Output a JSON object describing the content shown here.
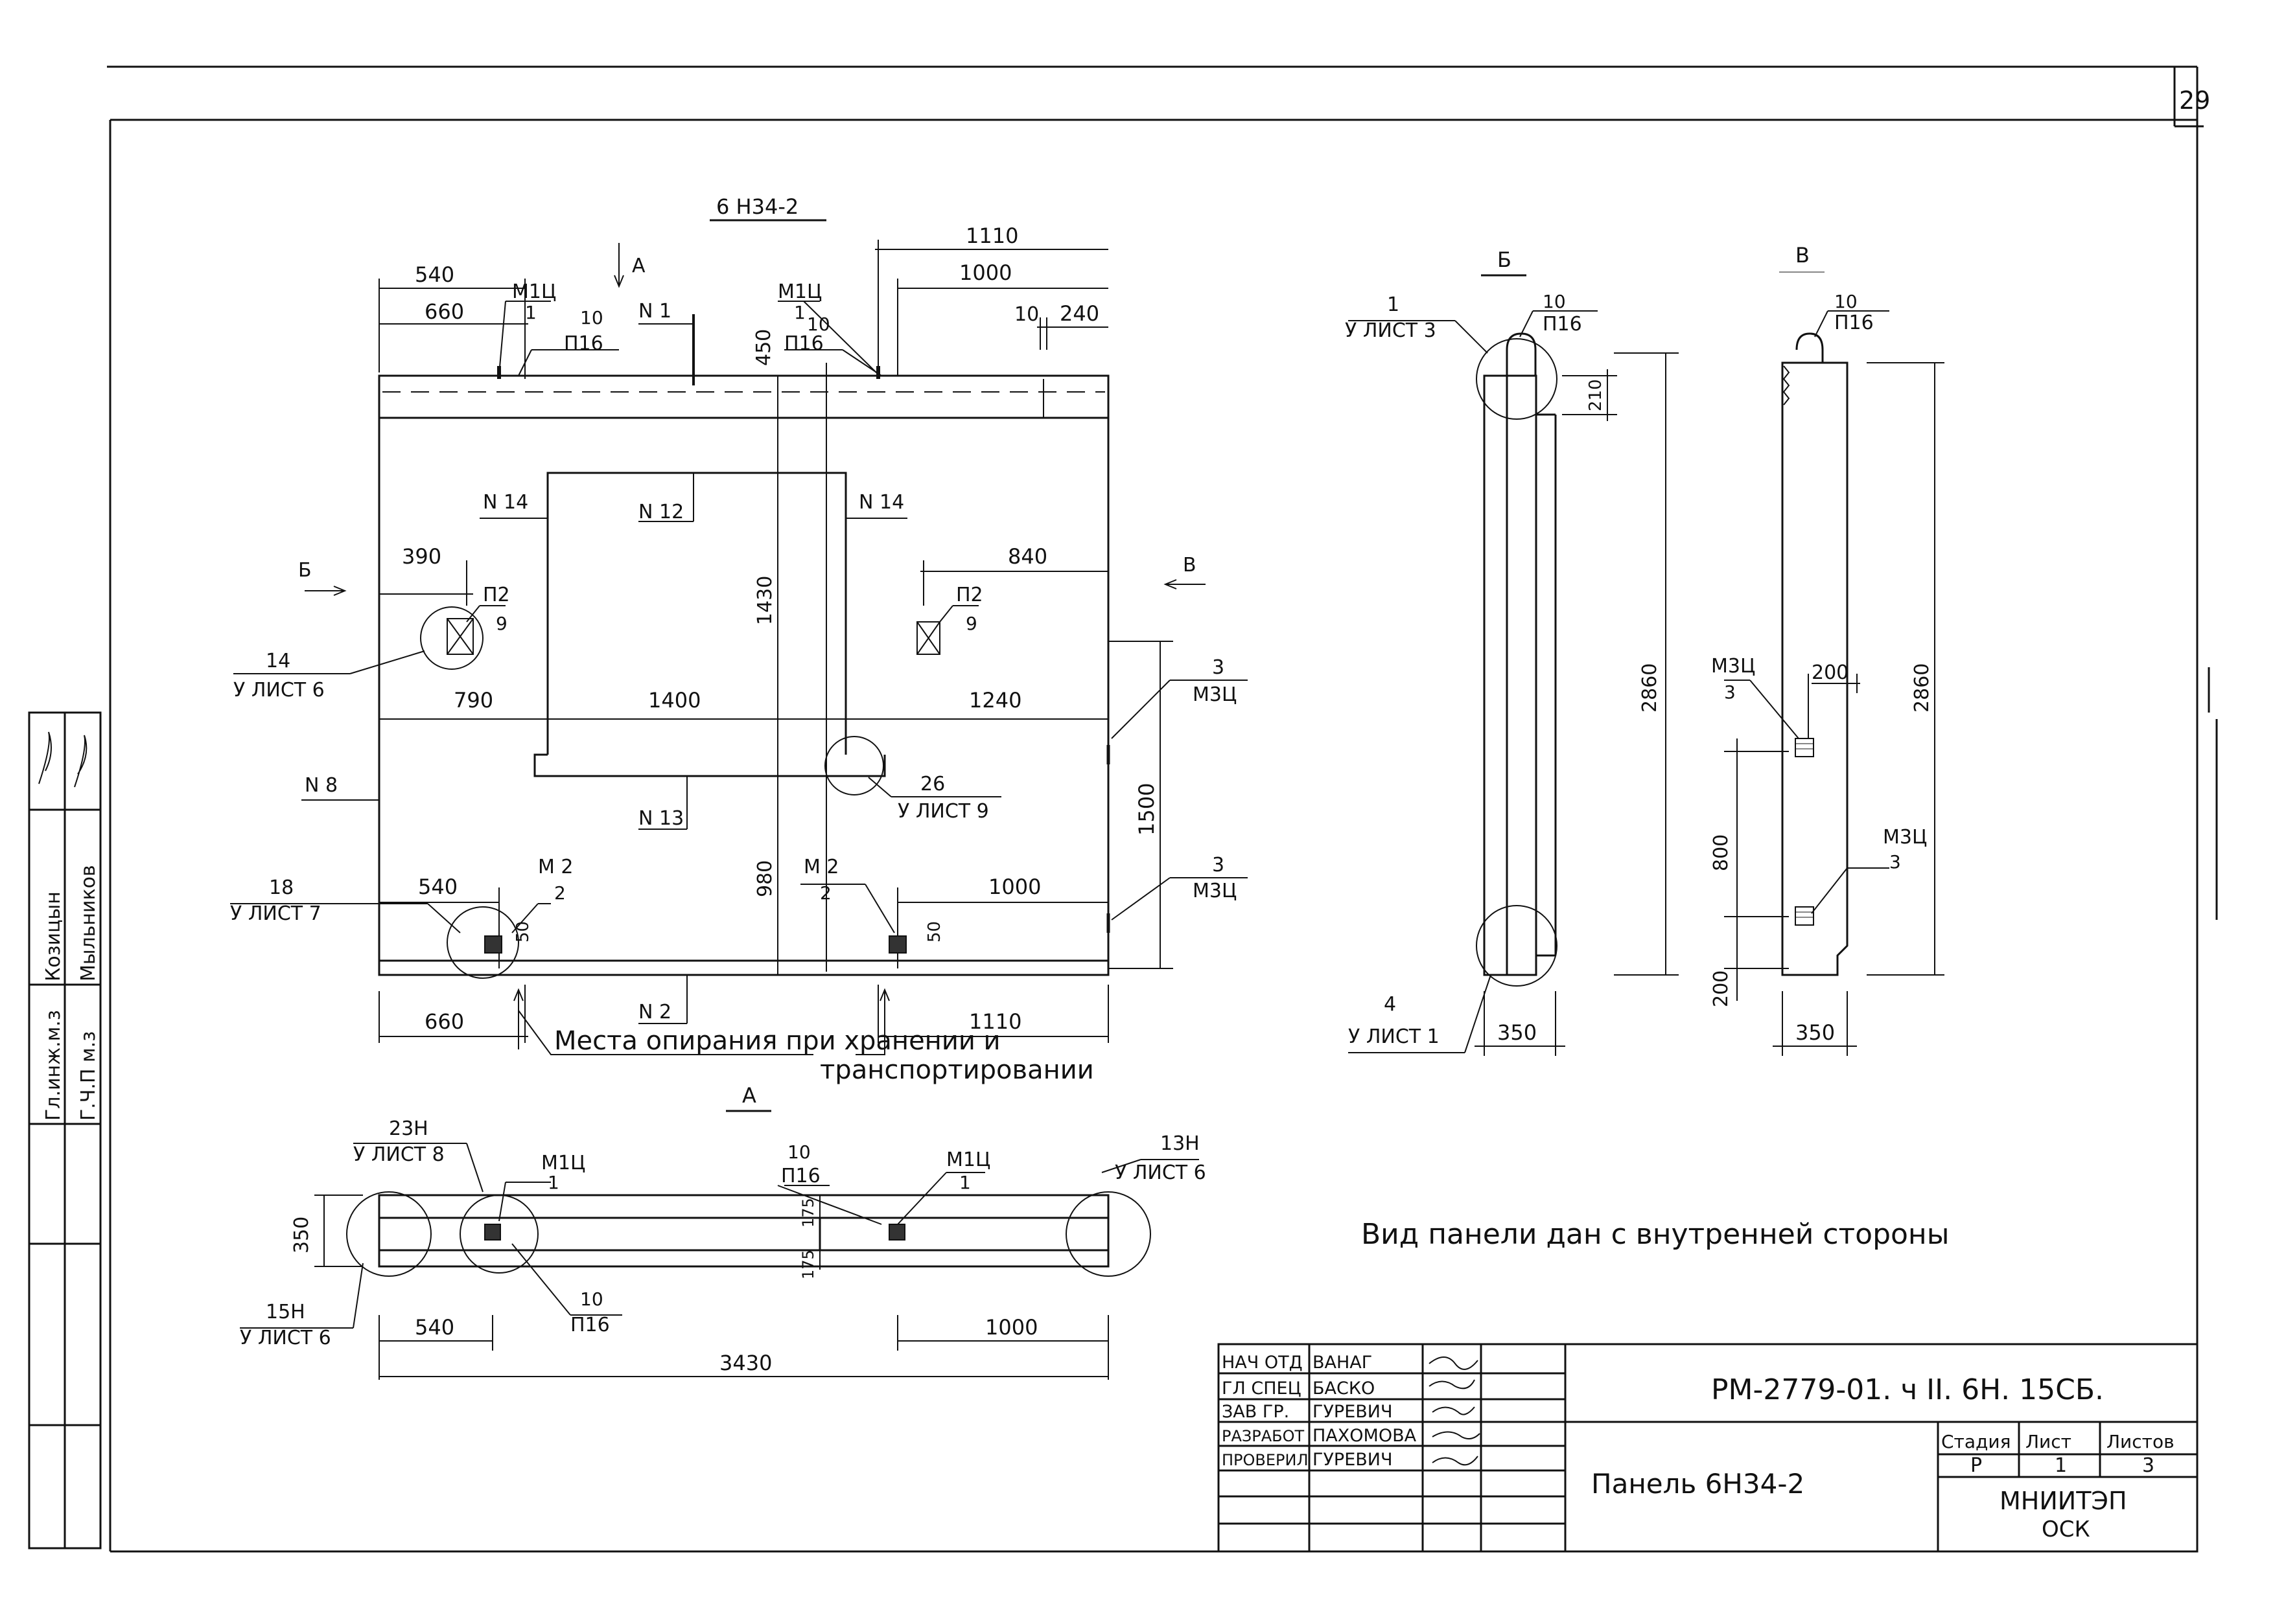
{
  "sheet_number": "29",
  "main_view": {
    "title": "6 Н34-2",
    "dims_top": [
      "540",
      "660",
      "1110",
      "1000",
      "10",
      "240"
    ],
    "dim_height_top": "450",
    "dim_height_mid": "1430",
    "dim_height_bottom": "980",
    "dim_right_vertical": "1500",
    "dim_row_mid": [
      "790",
      "1400",
      "1240"
    ],
    "dim_left_390": "390",
    "dim_right_840": "840",
    "dims_bottom_inner": [
      "540",
      "1000",
      "50",
      "50"
    ],
    "dims_bottom_outer": [
      "660",
      "1110"
    ],
    "arrow_a": "А",
    "arrow_b": "Б",
    "arrow_v": "В",
    "nodes": [
      "N 1",
      "N 14",
      "N 12",
      "N 14",
      "N 8",
      "N 13",
      "N 2"
    ],
    "callouts": {
      "m1c_left": [
        "М1Ц",
        "1"
      ],
      "p16_left": [
        "10",
        "П16"
      ],
      "m1c_right": [
        "М1Ц",
        "1"
      ],
      "p16_right": [
        "10",
        "П16"
      ],
      "p2_left": [
        "П2",
        "9"
      ],
      "p2_right": [
        "П2",
        "9"
      ],
      "ref14": [
        "14",
        "У ЛИСТ 6"
      ],
      "ref26": [
        "26",
        "У ЛИСТ 9"
      ],
      "ref18": [
        "18",
        "У ЛИСТ 7"
      ],
      "m2_left": [
        "М 2",
        "2"
      ],
      "m2_right": [
        "М 2",
        "2"
      ],
      "m3c_top": [
        "3",
        "М3Ц"
      ],
      "m3c_bottom": [
        "3",
        "М3Ц"
      ]
    },
    "support_note_1": "Места опирания при хранении и",
    "support_note_2": "транспортировании"
  },
  "section_a": {
    "title": "А",
    "callouts": {
      "ref23": [
        "23Н",
        "У ЛИСТ 8"
      ],
      "m1c_left": [
        "М1Ц",
        "1"
      ],
      "p16_top": [
        "10",
        "П16"
      ],
      "m1c_right": [
        "М1Ц",
        "1"
      ],
      "ref13": [
        "13Н",
        "У ЛИСТ 6"
      ],
      "ref15": [
        "15Н",
        "У ЛИСТ 6"
      ],
      "p16_bottom": [
        "10",
        "П16"
      ]
    },
    "dim_height": "350",
    "dim_175_top": "175",
    "dim_175_bottom": "175",
    "dim_540": "540",
    "dim_1000": "1000",
    "dim_total": "3430"
  },
  "section_b": {
    "title": "Б",
    "ref1": [
      "1",
      "У ЛИСТ 3"
    ],
    "p16": [
      "10",
      "П16"
    ],
    "dim_210": "210",
    "dim_2860": "2860",
    "ref4": [
      "4",
      "У ЛИСТ 1"
    ],
    "dim_350": "350"
  },
  "section_v": {
    "title": "В",
    "p16": [
      "10",
      "П16"
    ],
    "m3c_top": [
      "М3Ц",
      "3"
    ],
    "dim_200_top": "200",
    "dim_2860": "2860",
    "dim_800": "800",
    "m3c_bottom": [
      "М3Ц",
      "3"
    ],
    "dim_200_bottom": "200",
    "dim_350": "350"
  },
  "view_note": "Вид панели дан с внутренней стороны",
  "title_block": {
    "code": "РМ-2779-01. ч II. 6Н. 15СБ.",
    "name": "Панель 6Н34-2",
    "stage_header": "Стадия",
    "sheet_header": "Лист",
    "sheets_header": "Листов",
    "stage": "Р",
    "sheet": "1",
    "sheets": "3",
    "org_1": "МНИИТЭП",
    "org_2": "ОСК",
    "roles": [
      {
        "role": "НАЧ ОТД",
        "name": "ВАНАГ"
      },
      {
        "role": "ГЛ СПЕЦ",
        "name": "БАСКО"
      },
      {
        "role": "ЗАВ ГР.",
        "name": "ГУРЕВИЧ"
      },
      {
        "role": "РАЗРАБОТ",
        "name": "ПАХОМОВА"
      },
      {
        "role": "ПРОВЕРИЛ",
        "name": "ГУРЕВИЧ"
      }
    ]
  },
  "side_stamp": {
    "role_1": "Гл.инж.м.з",
    "name_1": "Козицын",
    "role_2": "Г.Ч.П м.з",
    "name_2": "Мыльников"
  }
}
